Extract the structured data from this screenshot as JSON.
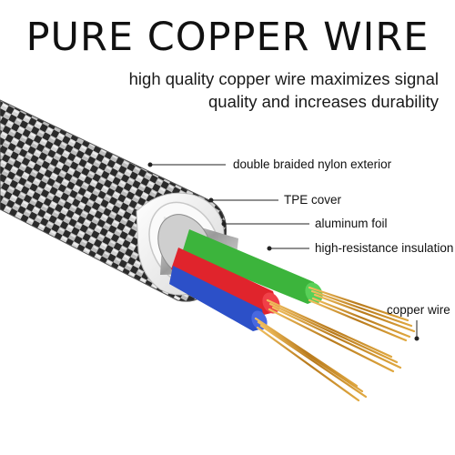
{
  "header": {
    "title": "PURE COPPER WIRE",
    "subtitle_line1": "high quality copper wire maximizes signal",
    "subtitle_line2": "quality and increases durability"
  },
  "labels": {
    "braid": "double braided nylon exterior",
    "tpe": "TPE cover",
    "foil": "aluminum foil",
    "insulation": "high-resistance insulation",
    "copper": "copper wire"
  },
  "colors": {
    "insulation_green": "#3cb43c",
    "insulation_red": "#e0242c",
    "insulation_blue": "#2c50c8",
    "copper": "#c8902c",
    "foil": "#b0b0b0",
    "tpe": "#f2f2f2",
    "braid_dark": "#222222",
    "braid_light": "#cfcfcf"
  }
}
